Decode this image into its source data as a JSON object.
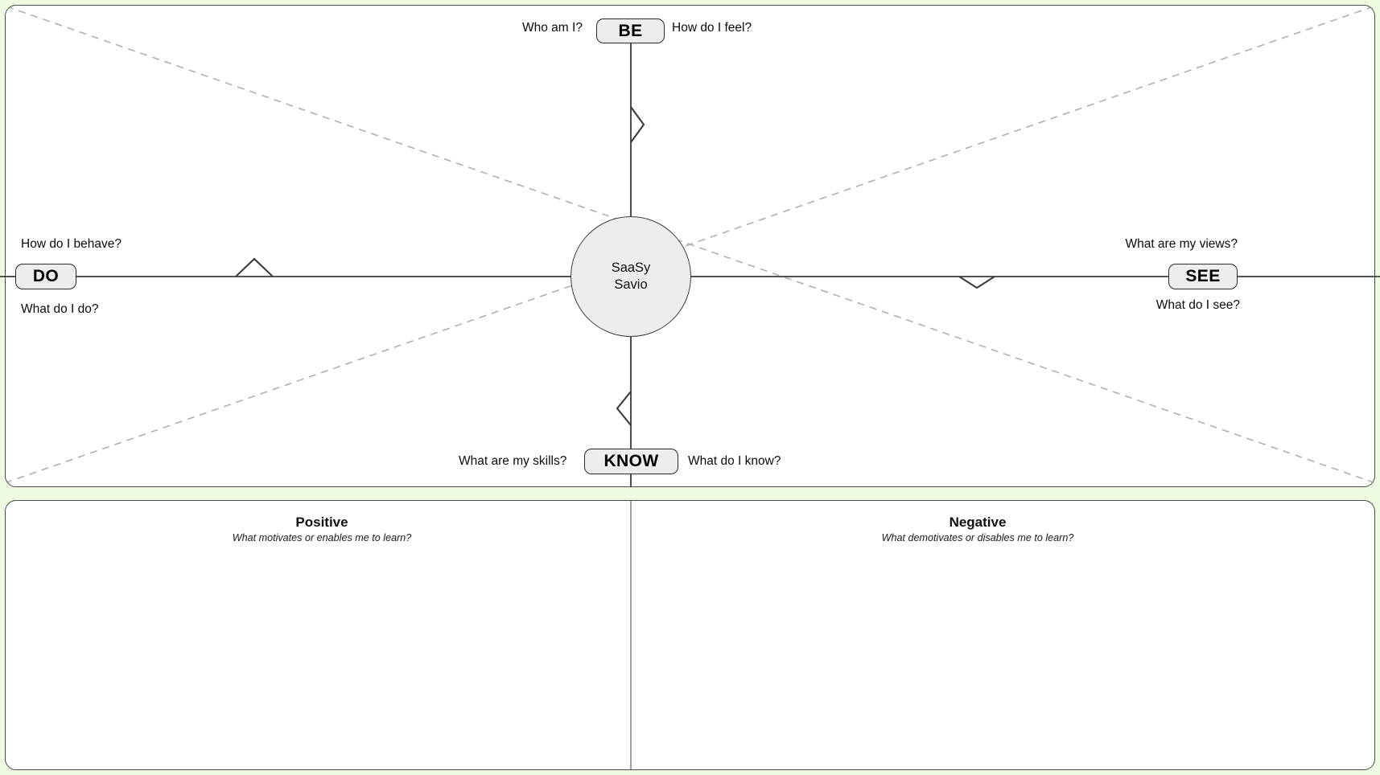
{
  "theme": {
    "page_background": "#eefbe0",
    "panel_background": "#ffffff",
    "panel_border": "#4a4a4a",
    "axis_color": "#3c3c3c",
    "diagonal_color": "#b0b0b0",
    "node_fill": "#ededed",
    "node_border": "#2b2b2b",
    "text_color": "#0b0b0b"
  },
  "center": {
    "label": "SaaSy\nSavio"
  },
  "poles": {
    "be": {
      "label": "BE",
      "question_left": "Who am I?",
      "question_right": "How do I feel?"
    },
    "do": {
      "label": "DO",
      "question_above": "How do I behave?",
      "question_below": "What do I do?"
    },
    "see": {
      "label": "SEE",
      "question_above": "What are my views?",
      "question_below": "What do I see?"
    },
    "know": {
      "label": "KNOW",
      "question_left": "What are my skills?",
      "question_right": "What do I know?"
    }
  },
  "bottom": {
    "positive": {
      "title": "Positive",
      "subtitle": "What motivates or enables me to learn?"
    },
    "negative": {
      "title": "Negative",
      "subtitle": "What demotivates or disables me to learn?"
    }
  }
}
